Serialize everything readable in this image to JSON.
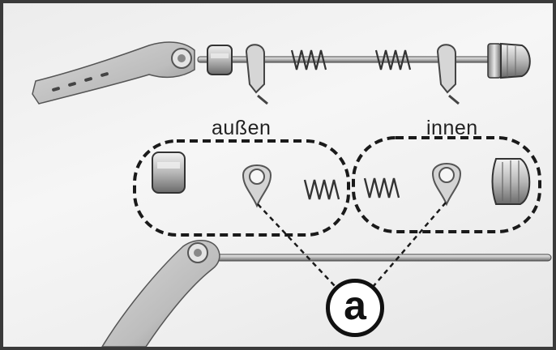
{
  "labels": {
    "outer": "außen",
    "inner": "innen",
    "callout": "a"
  },
  "colors": {
    "metal_light": "#dcdcdc",
    "metal_mid": "#a9a9a9",
    "metal_dark": "#555555",
    "outline": "#222222",
    "background": "#efefef"
  }
}
